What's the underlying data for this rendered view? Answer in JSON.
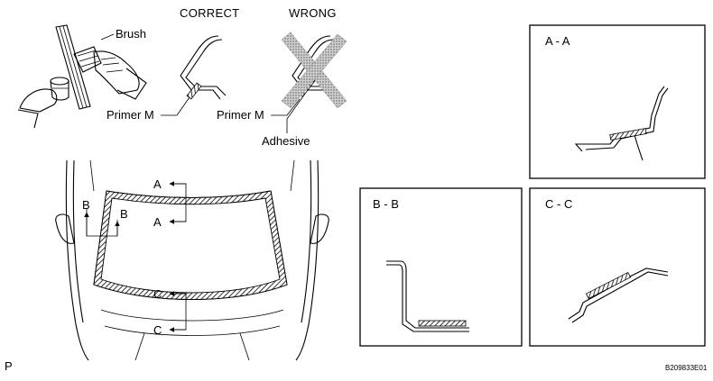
{
  "labels": {
    "correct": "CORRECT",
    "wrong": "WRONG",
    "brush": "Brush",
    "primer_correct": "Primer M",
    "primer_wrong": "Primer M",
    "adhesive": "Adhesive",
    "view": "P",
    "figure_code": "B209833E01"
  },
  "sections": {
    "aa": "A - A",
    "bb": "B - B",
    "cc": "C - C"
  },
  "cut_markers": {
    "a_top": "A",
    "a_bottom": "A",
    "b_left": "B",
    "b_right": "B",
    "c_top": "C",
    "c_bottom": "C"
  },
  "colors": {
    "line": "#000000",
    "hatch": "#555555",
    "wrong_cross": "#9a9a9a",
    "background": "#ffffff"
  }
}
